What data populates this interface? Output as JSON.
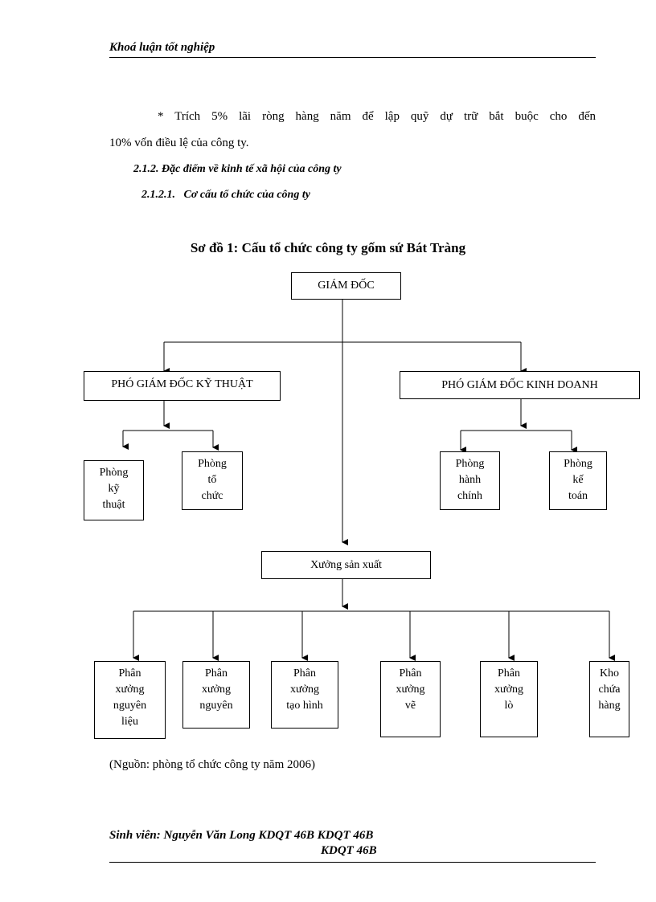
{
  "header": {
    "title": "Khoá luận tốt nghiệp"
  },
  "body": {
    "para_line1": "* Trích 5% lãi ròng hàng năm để lập quỹ dự trữ bắt buộc cho đến",
    "para_line2": "10% vốn điều lệ của công ty.",
    "heading1": "2.1.2. Đặc điểm về kinh tế xã hội của công ty",
    "heading2": "2.1.2.1.   Cơ cấu tổ chức của công ty"
  },
  "chart": {
    "title": "Sơ đồ 1: Cấu tổ chức công ty gốm sứ Bát Tràng",
    "director": "GIÁM ĐỐC",
    "deputy_tech": "PHÓ GIÁM ĐỐC KỸ THUẬT",
    "deputy_business": "PHÓ GIÁM ĐỐC KINH DOANH",
    "dept_tech": [
      "Phòng",
      "kỹ",
      "thuật"
    ],
    "dept_org": [
      "Phòng",
      "tổ",
      "chức"
    ],
    "dept_admin": [
      "Phòng",
      "hành",
      "chính"
    ],
    "dept_accounting": [
      "Phòng",
      "kế",
      "toán"
    ],
    "workshop": "Xưởng sản xuất",
    "units": [
      [
        "Phân",
        "xưởng",
        "nguyên",
        "liệu"
      ],
      [
        "Phân",
        "xưởng",
        "nguyên"
      ],
      [
        "Phân",
        "xưởng",
        "tạo hình"
      ],
      [
        "Phân",
        "xưởng",
        "vẽ"
      ],
      [
        "Phân",
        "xưởng",
        "lò"
      ],
      [
        "Kho",
        "chứa",
        "hàng"
      ]
    ]
  },
  "source": "(Nguồn: phòng tổ chức công ty năm 2006)",
  "footer": {
    "line1": "Sinh viên: Nguyễn Văn Long KDQT 46B KDQT 46B",
    "line2": "KDQT 46B"
  }
}
